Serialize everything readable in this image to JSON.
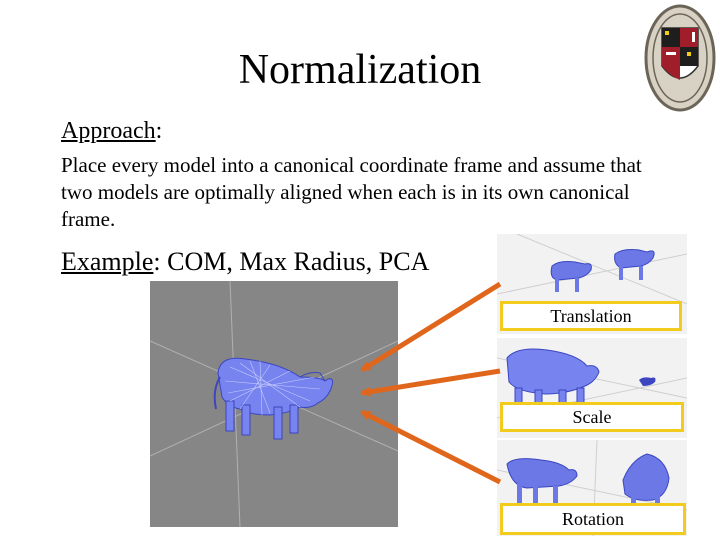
{
  "slide": {
    "title": "Normalization",
    "approach": {
      "heading": "Approach",
      "suffix": ":"
    },
    "body": "Place every model into a canonical coordinate frame and assume that two models are optimally aligned when each is in its own canonical frame.",
    "example": {
      "heading": "Example",
      "text": ": COM, Max Radius, PCA"
    },
    "panels": {
      "translation": "Translation",
      "scale": "Scale",
      "rotation": "Rotation"
    }
  },
  "colors": {
    "arrow": "#e0661c",
    "label_border": "#f2cc1c",
    "mesh": "#6b78e6",
    "viewport_bg": "#868686"
  },
  "icons": [
    "university-seal-icon",
    "cow-mesh-icon"
  ]
}
